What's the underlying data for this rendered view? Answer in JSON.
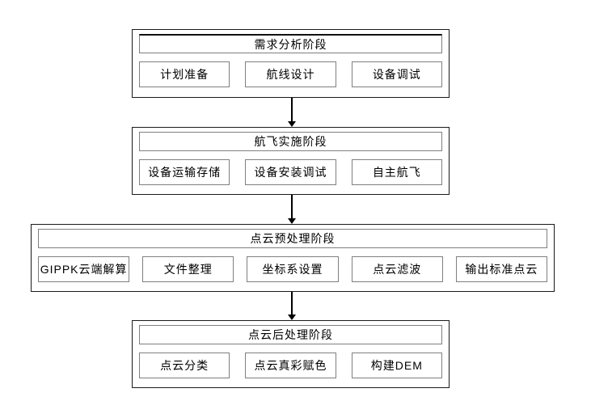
{
  "diagram": {
    "type": "flowchart",
    "orientation": "top-down",
    "colors": {
      "background": "#ffffff",
      "outer_border": "#1a1a1a",
      "inner_border": "#7f7f7f",
      "text": "#000000",
      "arrow": "#000000"
    },
    "stages": [
      {
        "title": "需求分析阶段",
        "items": [
          "计划准备",
          "航线设计",
          "设备调试"
        ]
      },
      {
        "title": "航飞实施阶段",
        "items": [
          "设备运输存储",
          "设备安装调试",
          "自主航飞"
        ]
      },
      {
        "title": "点云预处理阶段",
        "items": [
          "GIPPK云端解算",
          "文件整理",
          "坐标系设置",
          "点云滤波",
          "输出标准点云"
        ]
      },
      {
        "title": "点云后处理阶段",
        "items": [
          "点云分类",
          "点云真彩赋色",
          "构建DEM"
        ]
      }
    ],
    "connectors": [
      {
        "from": "需求分析阶段",
        "to": "航飞实施阶段"
      },
      {
        "from": "航飞实施阶段",
        "to": "点云预处理阶段"
      },
      {
        "from": "点云预处理阶段",
        "to": "点云后处理阶段"
      }
    ]
  }
}
